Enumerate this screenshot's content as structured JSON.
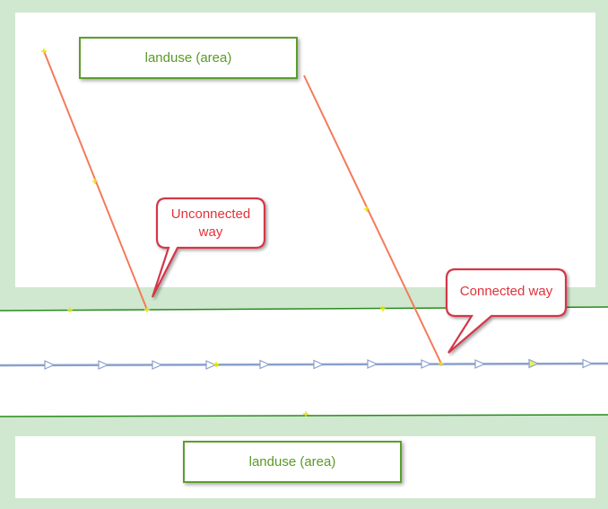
{
  "labels": {
    "top_area": "landuse (area)",
    "bottom_area": "landuse (area)",
    "callout_unconnected_line1": "Unconnected",
    "callout_unconnected_line2": "way",
    "callout_connected": "Connected way"
  },
  "colors": {
    "area_fill": "#cfe8cf",
    "area_border": "#2a8a1f",
    "way_line": "#f47b5a",
    "road_line": "#8aa0cc",
    "node": "#ffff00",
    "callout_border": "#d2384a",
    "callout_text": "#e0333b",
    "label_text": "#5a9a26"
  }
}
